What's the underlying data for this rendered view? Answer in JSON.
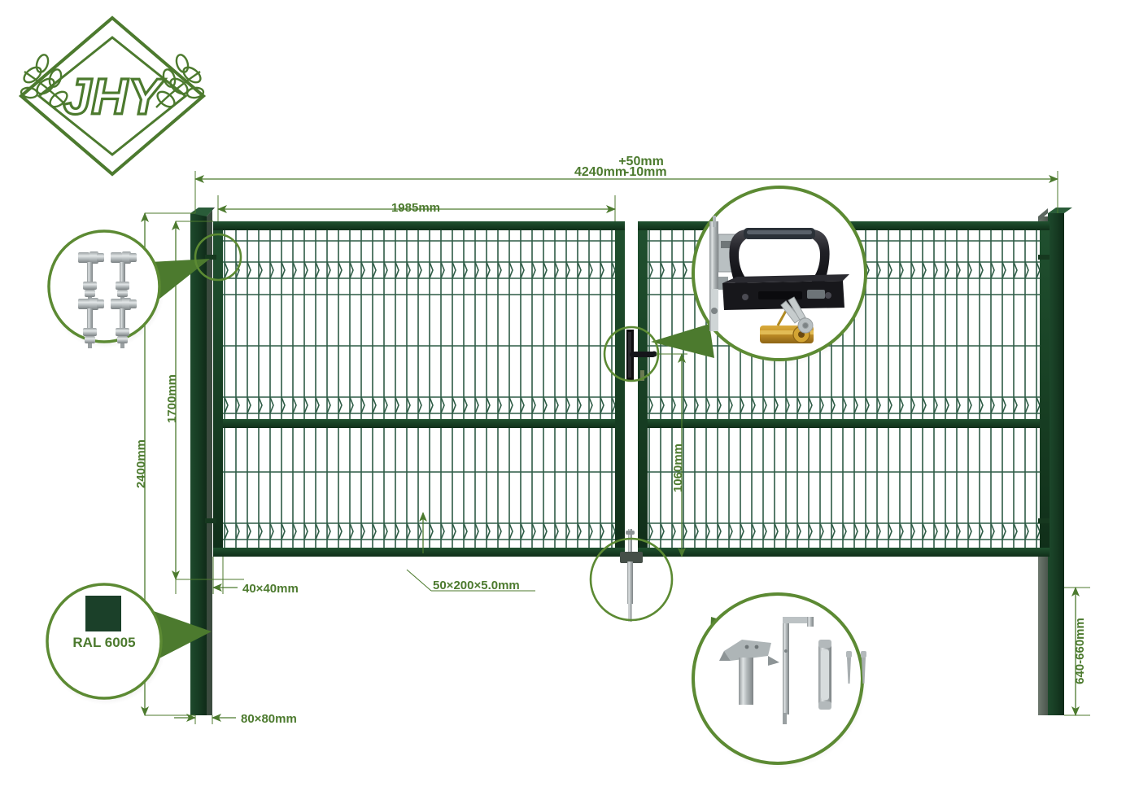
{
  "document": {
    "title": "Double Leaf Welded Wire Mesh Gate Technical Drawing",
    "type": "product-dimension-drawing"
  },
  "brand": {
    "logo_text": "JHY",
    "logo_shape": "diamond-laurel-emblem",
    "logo_color": "#4c7a2e"
  },
  "colors": {
    "annotation_green": "#4c7a2e",
    "callout_circle": "#5c8a33",
    "frame_dark_green": "#1a4028",
    "post_dark_green": "#16381f",
    "mesh_wire": "#2e5c46",
    "ral_swatch": "#1b4029",
    "white": "#ffffff"
  },
  "dimensions": {
    "overall_width": {
      "value": "4240mm",
      "tolerance_plus": "+50mm",
      "tolerance_minus": "-10mm",
      "label": "4240mm"
    },
    "leaf_width": {
      "value": "1985mm"
    },
    "overall_height": {
      "value": "2400mm"
    },
    "gate_height": {
      "value": "1700mm"
    },
    "lock_height": {
      "value": "1060mm"
    },
    "post_embedment": {
      "value": "640-660mm"
    }
  },
  "annotations": {
    "frame_tube": "40×40mm",
    "mesh_spec": "50×200×5.0mm",
    "post_tube": "80×80mm",
    "ral_color": "RAL 6005",
    "ral_swatch_color": "#1b4029"
  },
  "callouts": [
    {
      "id": "hinge-callout",
      "name": "adjustable-hinge-bolts",
      "position": "top-left",
      "contents": "four-adjustable-hinge-bolt-assemblies"
    },
    {
      "id": "lock-callout",
      "name": "lock-set",
      "position": "top-right",
      "contents": "mortise-lock-body, black-lever-handle-pair, black-cover-plate, brass-cylinder-with-keys"
    },
    {
      "id": "ral-callout",
      "name": "ral-color-swatch",
      "position": "bottom-left",
      "contents": "RAL 6005 dark green powder coat swatch"
    },
    {
      "id": "dropbolt-callout",
      "name": "drop-bolt-kit",
      "position": "bottom-right",
      "contents": "ground-socket, drop-rod, guide-bracket, two-screws"
    }
  ],
  "gate": {
    "type": "double-leaf-swing-gate",
    "leaves": 2,
    "mesh_type": "3D-curved-welded-wire-mesh",
    "posts": 2,
    "center_lock": true,
    "drop_bolt": true
  }
}
